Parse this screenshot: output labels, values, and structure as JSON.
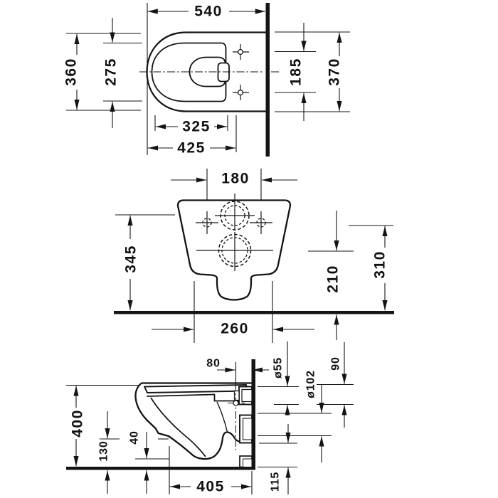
{
  "drawing": {
    "type": "technical-dimension-drawing",
    "subject": "wall-hung-toilet",
    "background": "#ffffff",
    "line_color": "#141414",
    "views": {
      "top": {
        "dims": {
          "depth_overall": "540",
          "width_body": "360",
          "width_seat_opening": "275",
          "fixing_hole_spacing": "185",
          "width_overall": "370",
          "depth_seat_opening": "325",
          "depth_inner": "425"
        }
      },
      "front": {
        "dims": {
          "fixing_hole_spacing": "180",
          "height_supply_center": "345",
          "height_outlet_center": "210",
          "height_fixing_holes": "310",
          "width_base": "260"
        }
      },
      "side": {
        "dims": {
          "fixing_to_wall": "80",
          "supply_pipe_dia": "ø55",
          "outlet_pipe_dia": "ø102",
          "supply_drop": "90",
          "height_body": "400",
          "height_front_edge": "130",
          "clearance_bowl": "40",
          "projection": "405",
          "height_outlet_bottom": "115"
        }
      }
    }
  }
}
